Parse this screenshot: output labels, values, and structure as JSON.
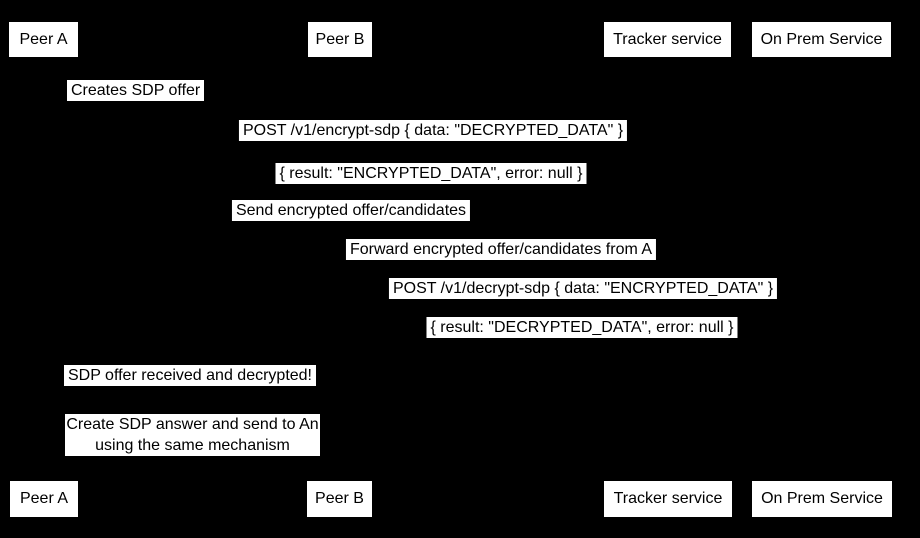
{
  "diagram": {
    "type": "sequence-diagram",
    "colors": {
      "background": "#000000",
      "label_background": "#ffffff",
      "text": "#000000"
    },
    "actors": [
      {
        "label": "Peer A"
      },
      {
        "label": "Peer B"
      },
      {
        "label": "Tracker service"
      },
      {
        "label": "On Prem Service"
      }
    ],
    "messages": [
      {
        "text": "Creates SDP offer"
      },
      {
        "text": "POST /v1/encrypt-sdp { data: \"DECRYPTED_DATA\" }"
      },
      {
        "text": "{ result: \"ENCRYPTED_DATA\", error: null }"
      },
      {
        "text": "Send encrypted offer/candidates"
      },
      {
        "text": "Forward encrypted offer/candidates from A"
      },
      {
        "text": "POST /v1/decrypt-sdp { data: \"ENCRYPTED_DATA\" }"
      },
      {
        "text": "{ result: \"DECRYPTED_DATA\", error: null }"
      },
      {
        "text": "SDP offer received and decrypted!"
      }
    ],
    "note": {
      "line1": "Create SDP answer and send to An",
      "line2": "using the same mechanism"
    }
  }
}
